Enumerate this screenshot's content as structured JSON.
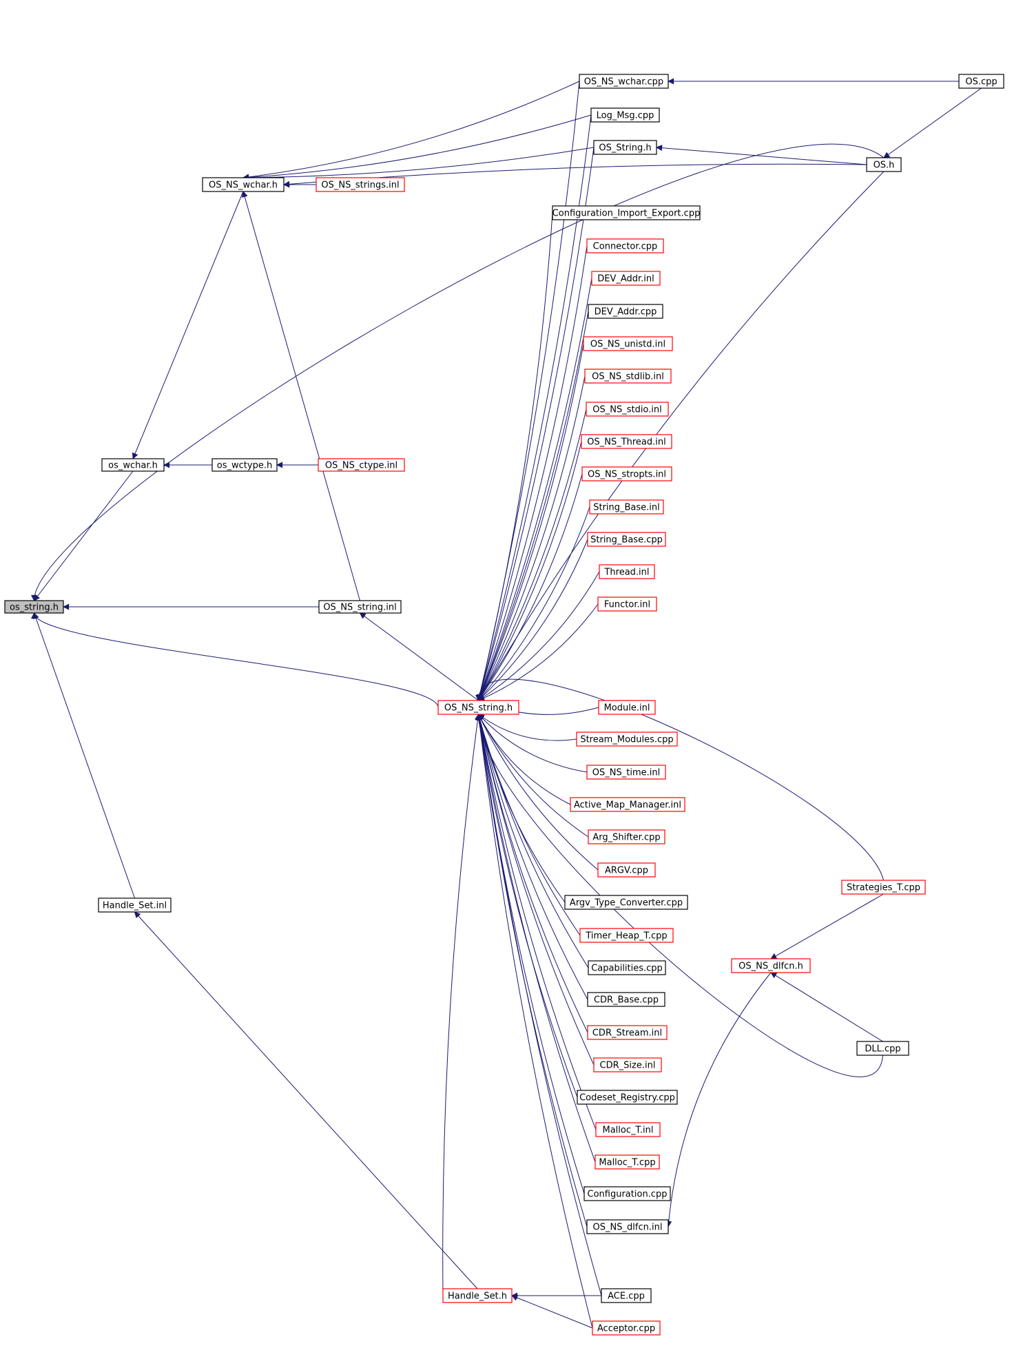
{
  "graph": {
    "edge_color": "#191970",
    "nodes": [
      {
        "id": "os_string_h",
        "label": "os_string.h",
        "style": "root"
      },
      {
        "id": "os_wchar_h",
        "label": "os_wchar.h",
        "style": "black"
      },
      {
        "id": "os_wctype_h",
        "label": "os_wctype.h",
        "style": "black"
      },
      {
        "id": "OS_NS_ctype_inl",
        "label": "OS_NS_ctype.inl",
        "style": "red"
      },
      {
        "id": "OS_NS_wchar_h",
        "label": "OS_NS_wchar.h",
        "style": "black"
      },
      {
        "id": "OS_NS_strings_inl",
        "label": "OS_NS_strings.inl",
        "style": "red"
      },
      {
        "id": "OS_NS_string_inl",
        "label": "OS_NS_string.inl",
        "style": "black"
      },
      {
        "id": "Handle_Set_inl",
        "label": "Handle_Set.inl",
        "style": "black"
      },
      {
        "id": "OS_NS_string_h",
        "label": "OS_NS_string.h",
        "style": "red"
      },
      {
        "id": "Handle_Set_h",
        "label": "Handle_Set.h",
        "style": "red"
      },
      {
        "id": "OS_NS_wchar_cpp",
        "label": "OS_NS_wchar.cpp",
        "style": "black"
      },
      {
        "id": "Log_Msg_cpp",
        "label": "Log_Msg.cpp",
        "style": "black"
      },
      {
        "id": "OS_String_h",
        "label": "OS_String.h",
        "style": "black"
      },
      {
        "id": "Configuration_Import_Export_cpp",
        "label": "Configuration_Import_Export.cpp",
        "style": "black"
      },
      {
        "id": "Connector_cpp",
        "label": "Connector.cpp",
        "style": "red"
      },
      {
        "id": "DEV_Addr_inl",
        "label": "DEV_Addr.inl",
        "style": "red"
      },
      {
        "id": "DEV_Addr_cpp",
        "label": "DEV_Addr.cpp",
        "style": "black"
      },
      {
        "id": "OS_NS_unistd_inl",
        "label": "OS_NS_unistd.inl",
        "style": "red"
      },
      {
        "id": "OS_NS_stdlib_inl",
        "label": "OS_NS_stdlib.inl",
        "style": "red"
      },
      {
        "id": "OS_NS_stdio_inl",
        "label": "OS_NS_stdio.inl",
        "style": "red"
      },
      {
        "id": "OS_NS_Thread_inl",
        "label": "OS_NS_Thread.inl",
        "style": "red"
      },
      {
        "id": "OS_NS_stropts_inl",
        "label": "OS_NS_stropts.inl",
        "style": "red"
      },
      {
        "id": "String_Base_inl",
        "label": "String_Base.inl",
        "style": "red"
      },
      {
        "id": "String_Base_cpp",
        "label": "String_Base.cpp",
        "style": "red"
      },
      {
        "id": "Thread_inl",
        "label": "Thread.inl",
        "style": "red"
      },
      {
        "id": "Functor_inl",
        "label": "Functor.inl",
        "style": "red"
      },
      {
        "id": "Module_inl",
        "label": "Module.inl",
        "style": "red"
      },
      {
        "id": "Stream_Modules_cpp",
        "label": "Stream_Modules.cpp",
        "style": "red"
      },
      {
        "id": "OS_NS_time_inl",
        "label": "OS_NS_time.inl",
        "style": "red"
      },
      {
        "id": "Active_Map_Manager_inl",
        "label": "Active_Map_Manager.inl",
        "style": "red"
      },
      {
        "id": "Arg_Shifter_cpp",
        "label": "Arg_Shifter.cpp",
        "style": "red"
      },
      {
        "id": "ARGV_cpp",
        "label": "ARGV.cpp",
        "style": "red"
      },
      {
        "id": "Argv_Type_Converter_cpp",
        "label": "Argv_Type_Converter.cpp",
        "style": "black"
      },
      {
        "id": "Timer_Heap_T_cpp",
        "label": "Timer_Heap_T.cpp",
        "style": "red"
      },
      {
        "id": "Capabilities_cpp",
        "label": "Capabilities.cpp",
        "style": "black"
      },
      {
        "id": "CDR_Base_cpp",
        "label": "CDR_Base.cpp",
        "style": "black"
      },
      {
        "id": "CDR_Stream_inl",
        "label": "CDR_Stream.inl",
        "style": "red"
      },
      {
        "id": "CDR_Size_inl",
        "label": "CDR_Size.inl",
        "style": "red"
      },
      {
        "id": "Codeset_Registry_cpp",
        "label": "Codeset_Registry.cpp",
        "style": "black"
      },
      {
        "id": "Malloc_T_inl",
        "label": "Malloc_T.inl",
        "style": "red"
      },
      {
        "id": "Malloc_T_cpp",
        "label": "Malloc_T.cpp",
        "style": "red"
      },
      {
        "id": "Configuration_cpp",
        "label": "Configuration.cpp",
        "style": "black"
      },
      {
        "id": "OS_NS_dlfcn_inl",
        "label": "OS_NS_dlfcn.inl",
        "style": "black"
      },
      {
        "id": "ACE_cpp",
        "label": "ACE.cpp",
        "style": "black"
      },
      {
        "id": "Acceptor_cpp",
        "label": "Acceptor.cpp",
        "style": "red"
      },
      {
        "id": "OS_cpp",
        "label": "OS.cpp",
        "style": "black"
      },
      {
        "id": "OS_h",
        "label": "OS.h",
        "style": "black"
      },
      {
        "id": "Strategies_T_cpp",
        "label": "Strategies_T.cpp",
        "style": "red"
      },
      {
        "id": "OS_NS_dlfcn_h",
        "label": "OS_NS_dlfcn.h",
        "style": "red"
      },
      {
        "id": "DLL_cpp",
        "label": "DLL.cpp",
        "style": "black"
      }
    ],
    "edges": [
      [
        "os_wchar_h",
        "os_string_h"
      ],
      [
        "OS_NS_string_inl",
        "os_string_h"
      ],
      [
        "Handle_Set_inl",
        "os_string_h"
      ],
      [
        "OS_NS_string_h",
        "os_string_h"
      ],
      [
        "OS_h",
        "os_string_h"
      ],
      [
        "OS_NS_wchar_h",
        "os_wchar_h"
      ],
      [
        "os_wctype_h",
        "os_wchar_h"
      ],
      [
        "OS_NS_ctype_inl",
        "os_wctype_h"
      ],
      [
        "OS_NS_strings_inl",
        "OS_NS_wchar_h"
      ],
      [
        "OS_NS_string_inl",
        "OS_NS_wchar_h"
      ],
      [
        "OS_NS_wchar_cpp",
        "OS_NS_wchar_h"
      ],
      [
        "Log_Msg_cpp",
        "OS_NS_wchar_h"
      ],
      [
        "OS_String_h",
        "OS_NS_wchar_h"
      ],
      [
        "OS_h",
        "OS_NS_wchar_h"
      ],
      [
        "OS_NS_string_h",
        "OS_NS_string_inl"
      ],
      [
        "Handle_Set_h",
        "Handle_Set_inl"
      ],
      [
        "OS_cpp",
        "OS_NS_wchar_cpp"
      ],
      [
        "OS_h",
        "OS_String_h"
      ],
      [
        "OS_cpp",
        "OS_h"
      ],
      [
        "Strategies_T_cpp",
        "OS_NS_dlfcn_h"
      ],
      [
        "DLL_cpp",
        "OS_NS_dlfcn_h"
      ],
      [
        "OS_NS_dlfcn_h",
        "OS_NS_dlfcn_inl"
      ],
      [
        "ACE_cpp",
        "Handle_Set_h"
      ],
      [
        "Acceptor_cpp",
        "Handle_Set_h"
      ],
      [
        "OS_NS_wchar_cpp",
        "OS_NS_string_h"
      ],
      [
        "Log_Msg_cpp",
        "OS_NS_string_h"
      ],
      [
        "OS_String_h",
        "OS_NS_string_h"
      ],
      [
        "Configuration_Import_Export_cpp",
        "OS_NS_string_h"
      ],
      [
        "Connector_cpp",
        "OS_NS_string_h"
      ],
      [
        "DEV_Addr_inl",
        "OS_NS_string_h"
      ],
      [
        "DEV_Addr_cpp",
        "OS_NS_string_h"
      ],
      [
        "OS_NS_unistd_inl",
        "OS_NS_string_h"
      ],
      [
        "OS_NS_stdlib_inl",
        "OS_NS_string_h"
      ],
      [
        "OS_NS_stdio_inl",
        "OS_NS_string_h"
      ],
      [
        "OS_NS_Thread_inl",
        "OS_NS_string_h"
      ],
      [
        "OS_NS_stropts_inl",
        "OS_NS_string_h"
      ],
      [
        "String_Base_inl",
        "OS_NS_string_h"
      ],
      [
        "String_Base_cpp",
        "OS_NS_string_h"
      ],
      [
        "Thread_inl",
        "OS_NS_string_h"
      ],
      [
        "Functor_inl",
        "OS_NS_string_h"
      ],
      [
        "OS_h",
        "OS_NS_string_h"
      ],
      [
        "Strategies_T_cpp",
        "OS_NS_string_h"
      ],
      [
        "Module_inl",
        "OS_NS_string_h"
      ],
      [
        "Stream_Modules_cpp",
        "OS_NS_string_h"
      ],
      [
        "OS_NS_time_inl",
        "OS_NS_string_h"
      ],
      [
        "Active_Map_Manager_inl",
        "OS_NS_string_h"
      ],
      [
        "Arg_Shifter_cpp",
        "OS_NS_string_h"
      ],
      [
        "ARGV_cpp",
        "OS_NS_string_h"
      ],
      [
        "Argv_Type_Converter_cpp",
        "OS_NS_string_h"
      ],
      [
        "Timer_Heap_T_cpp",
        "OS_NS_string_h"
      ],
      [
        "Capabilities_cpp",
        "OS_NS_string_h"
      ],
      [
        "CDR_Base_cpp",
        "OS_NS_string_h"
      ],
      [
        "CDR_Stream_inl",
        "OS_NS_string_h"
      ],
      [
        "CDR_Size_inl",
        "OS_NS_string_h"
      ],
      [
        "Codeset_Registry_cpp",
        "OS_NS_string_h"
      ],
      [
        "Malloc_T_inl",
        "OS_NS_string_h"
      ],
      [
        "Malloc_T_cpp",
        "OS_NS_string_h"
      ],
      [
        "Configuration_cpp",
        "OS_NS_string_h"
      ],
      [
        "OS_NS_dlfcn_inl",
        "OS_NS_string_h"
      ],
      [
        "DLL_cpp",
        "OS_NS_string_h"
      ],
      [
        "ACE_cpp",
        "OS_NS_string_h"
      ],
      [
        "Acceptor_cpp",
        "OS_NS_string_h"
      ],
      [
        "Handle_Set_h",
        "OS_NS_string_h"
      ]
    ]
  }
}
